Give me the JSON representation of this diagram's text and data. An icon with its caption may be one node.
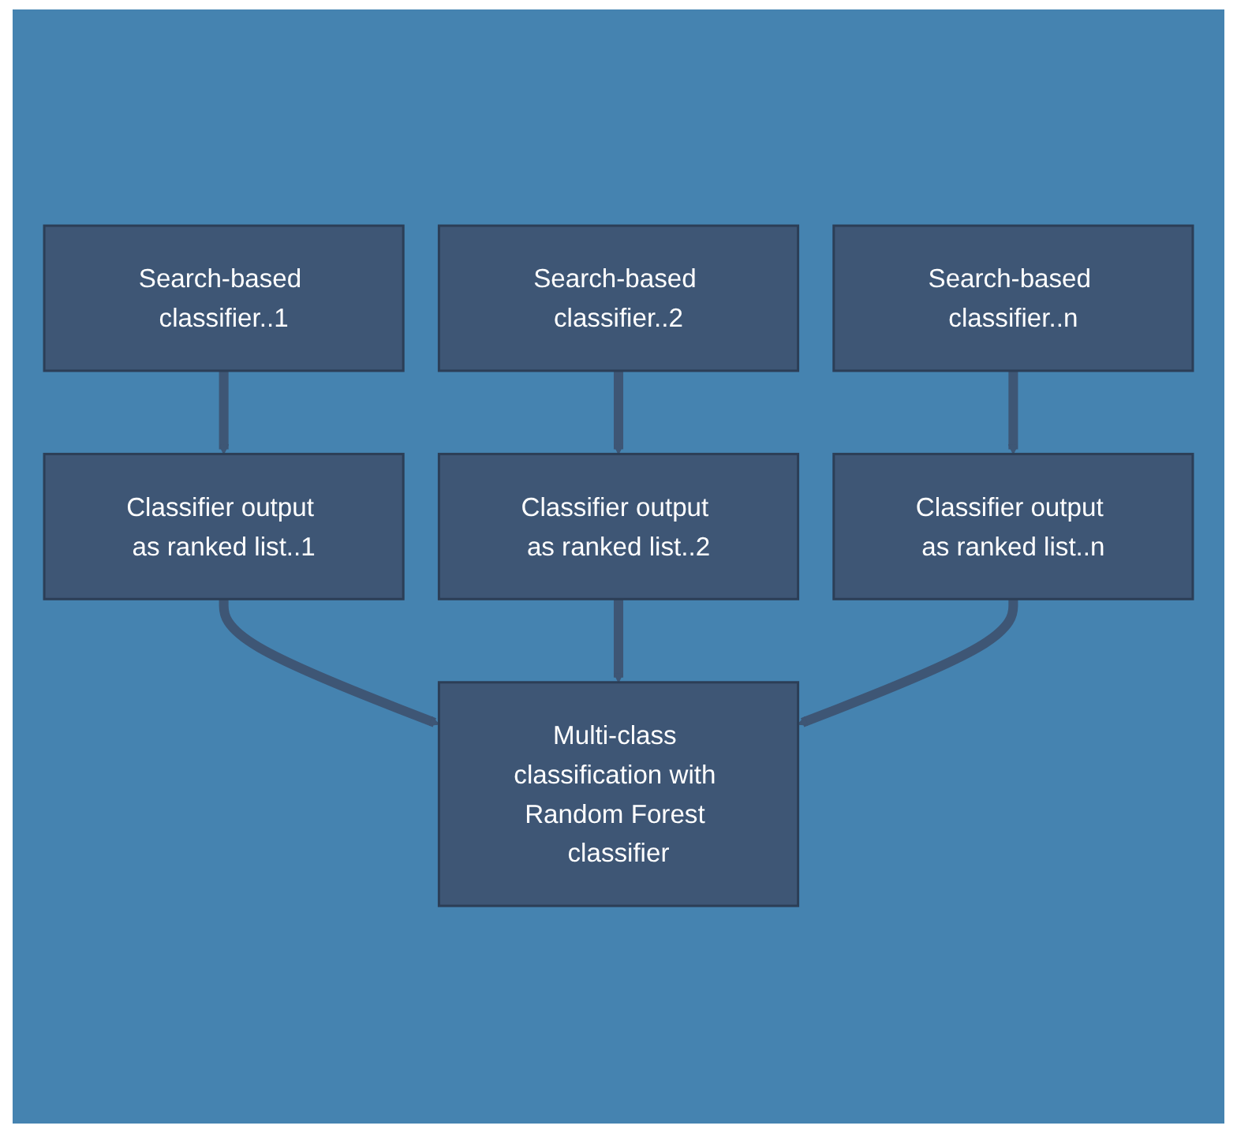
{
  "diagram": {
    "nodes": [
      {
        "text": [
          "Search-based classifier..1"
        ]
      },
      {
        "text": [
          "Search-based classifier..2"
        ]
      },
      {
        "text": [
          "Search-based classifier..n"
        ]
      },
      {
        "text": [
          "Classifier output as ranked list..1"
        ]
      },
      {
        "text": [
          "Classifier output as ranked list..2"
        ]
      },
      {
        "text": [
          "Classifier output as ranked list..n"
        ]
      },
      {
        "text": [
          "Multi-class classification with Random Forest classifier"
        ]
      }
    ],
    "edges": [
      {
        "from": 0,
        "to": 3,
        "arrow": "to"
      },
      {
        "from": 1,
        "to": 4,
        "arrow": "to"
      },
      {
        "from": 2,
        "to": 5,
        "arrow": "to"
      },
      {
        "from": 3,
        "to": 6,
        "arrow": "to"
      },
      {
        "from": 4,
        "to": 6,
        "arrow": "to"
      },
      {
        "from": 5,
        "to": 6,
        "arrow": "to"
      }
    ]
  }
}
